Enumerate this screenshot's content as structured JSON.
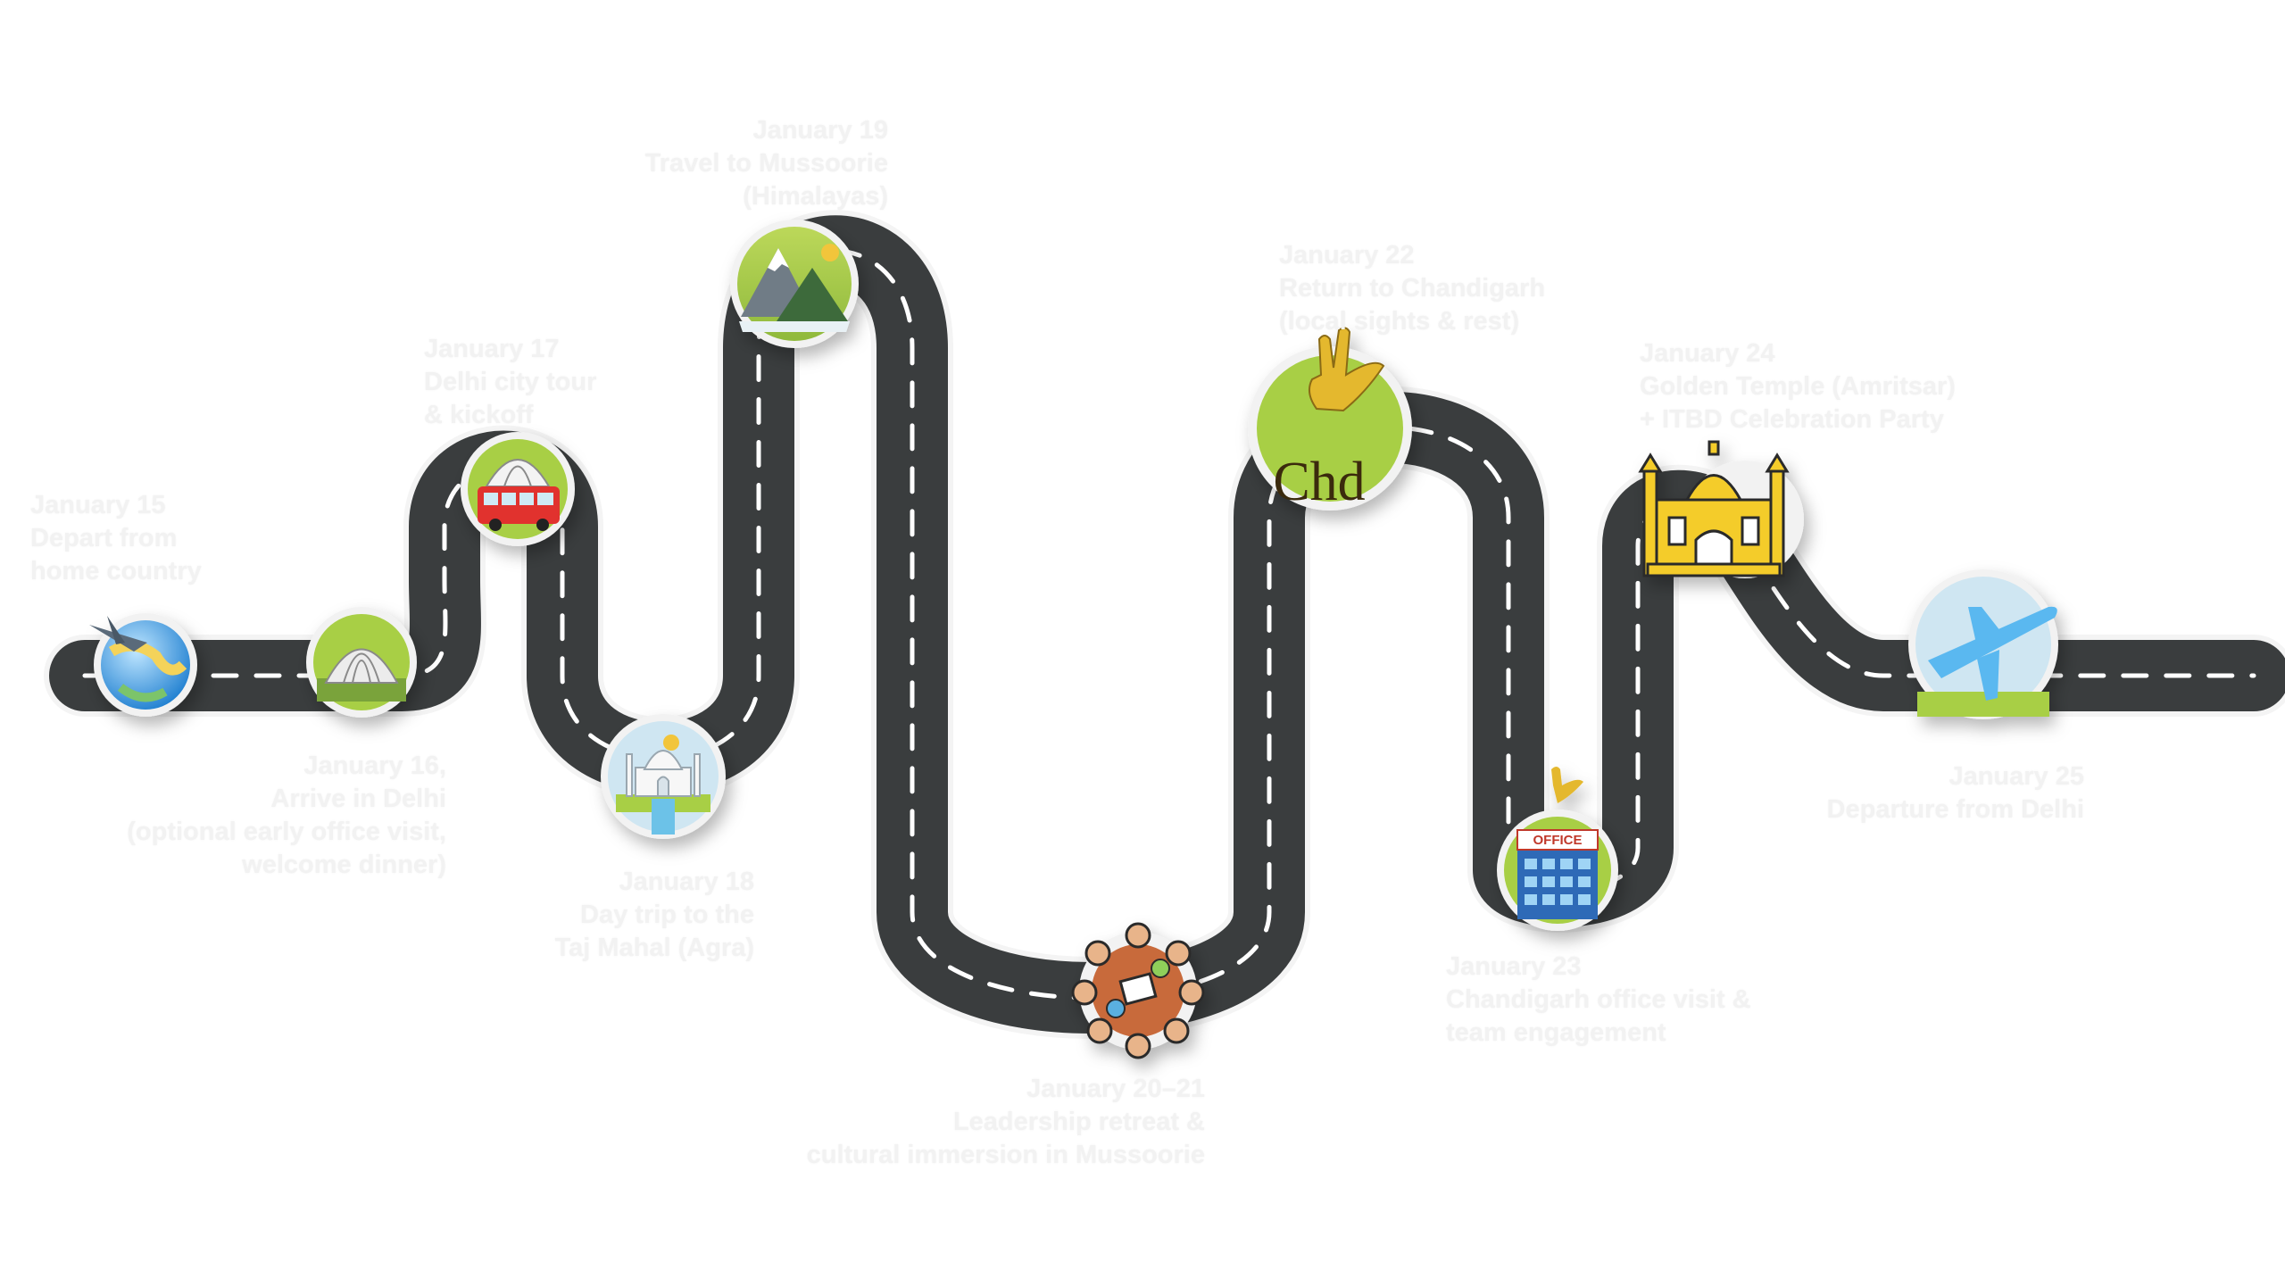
{
  "stops": [
    {
      "id": "depart",
      "icon": "globe-airplane-icon",
      "lines": [
        "January 15",
        "Depart from",
        "home country"
      ]
    },
    {
      "id": "arrive",
      "icon": "lotus-temple-icon",
      "lines": [
        "January 16,",
        "Arrive in Delhi",
        "(optional early office visit,",
        "welcome dinner)"
      ]
    },
    {
      "id": "delhi",
      "icon": "city-bus-lotus-icon",
      "lines": [
        "January 17",
        "Delhi city tour",
        "& kickoff"
      ]
    },
    {
      "id": "agra",
      "icon": "taj-mahal-icon",
      "lines": [
        "January 18",
        "Day trip to the",
        "Taj Mahal (Agra)"
      ]
    },
    {
      "id": "mussoorie",
      "icon": "mountains-icon",
      "lines": [
        "January 19",
        "Travel to Mussoorie",
        "(Himalayas)"
      ]
    },
    {
      "id": "retreat",
      "icon": "team-circle-icon",
      "lines": [
        "January 20–21",
        "Leadership retreat &",
        "cultural immersion in Mussoorie"
      ]
    },
    {
      "id": "chd",
      "icon": "chandigarh-open-hand-icon",
      "lines": [
        "January 22",
        "Return to Chandigarh",
        "(local sights & rest)"
      ]
    },
    {
      "id": "office",
      "icon": "office-building-icon",
      "lines": [
        "January 23",
        "Chandigarh office visit &",
        "team engagement"
      ]
    },
    {
      "id": "golden",
      "icon": "golden-temple-icon",
      "lines": [
        "January 24",
        "Golden Temple (Amritsar)",
        "+ ITBD Celebration Party"
      ]
    },
    {
      "id": "departure",
      "icon": "departing-plane-icon",
      "lines": [
        "January 25",
        "Departure from Delhi"
      ]
    }
  ],
  "badges": {
    "office_sign": "OFFICE",
    "chd_text": "Chd"
  },
  "colors": {
    "road": "#3a3d3e",
    "road_edge": "#ffffff",
    "dash": "#ffffff",
    "accent_green": "#a8cf45",
    "label": "#f2f2f2"
  }
}
